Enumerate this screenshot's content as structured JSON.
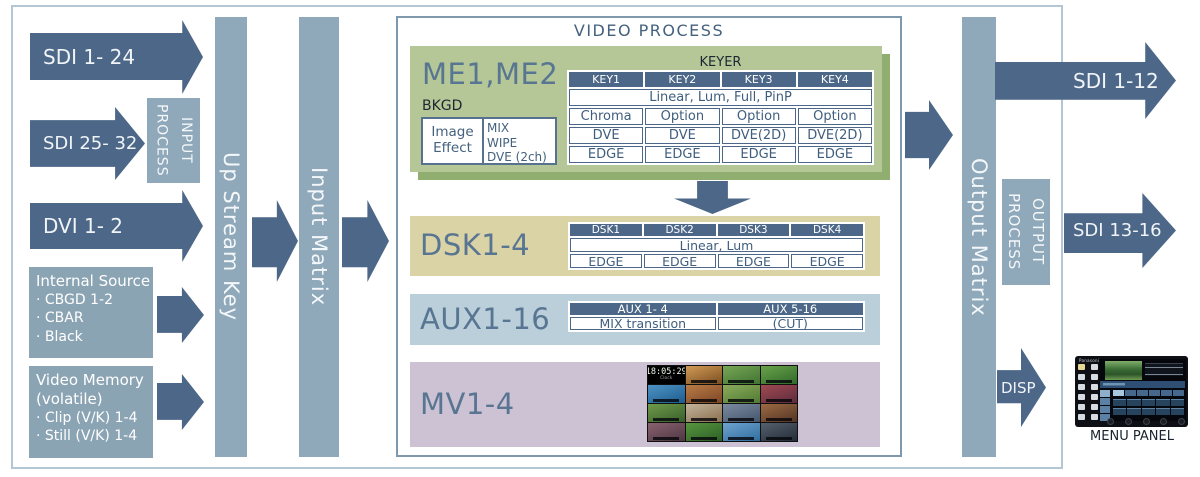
{
  "title": "VIDEO PROCESS",
  "inputs": {
    "sdi_1_24": "SDI 1- 24",
    "sdi_25_32": "SDI 25- 32",
    "dvi_1_2": "DVI 1- 2",
    "input_process": "INPUT\nPROCESS",
    "internal_source": {
      "title": "Internal Source",
      "items": [
        "· CBGD 1-2",
        "· CBAR",
        "· Black"
      ]
    },
    "video_memory": {
      "title": "Video Memory",
      "subtitle": "(volatile)",
      "items": [
        "· Clip (V/K) 1-4",
        "· Still (V/K) 1-4"
      ]
    }
  },
  "bars": {
    "up_stream_key": "Up Stream Key",
    "input_matrix": "Input Matrix",
    "output_matrix": "Output Matrix"
  },
  "me": {
    "label": "ME1,ME2",
    "bkgd": "BKGD",
    "image_effect": {
      "left": "Image\nEffect",
      "right": "MIX\nWIPE\nDVE (2ch)"
    },
    "keyer": {
      "title": "KEYER",
      "headers": [
        "KEY1",
        "KEY2",
        "KEY3",
        "KEY4"
      ],
      "span_row": "Linear, Lum, Full, PinP",
      "row_chroma": [
        "Chroma",
        "Option",
        "Option",
        "Option"
      ],
      "row_dve": [
        "DVE",
        "DVE",
        "DVE(2D)",
        "DVE(2D)"
      ],
      "row_edge": [
        "EDGE",
        "EDGE",
        "EDGE",
        "EDGE"
      ]
    }
  },
  "dsk": {
    "label": "DSK1-4",
    "headers": [
      "DSK1",
      "DSK2",
      "DSK3",
      "DSK4"
    ],
    "span_row": "Linear, Lum",
    "row_edge": [
      "EDGE",
      "EDGE",
      "EDGE",
      "EDGE"
    ]
  },
  "aux": {
    "label": "AUX1-16",
    "headers": [
      "AUX 1- 4",
      "AUX 5-16"
    ],
    "row": [
      "MIX transition",
      "(CUT)"
    ]
  },
  "mv": {
    "label": "MV1-4",
    "clock_time": "18:05:29",
    "clock_label": "Clock",
    "cells": [
      {
        "g": [
          "#1a1a1a",
          "#000000"
        ]
      },
      {
        "g": [
          "#d29a55",
          "#7a4e22"
        ]
      },
      {
        "g": [
          "#79a657",
          "#3f7431"
        ]
      },
      {
        "g": [
          "#6aa24a",
          "#2f6a2a"
        ]
      },
      {
        "g": [
          "#4e93c4",
          "#1d5c8f"
        ]
      },
      {
        "g": [
          "#b97c47",
          "#7d4526"
        ]
      },
      {
        "g": [
          "#8cab5b",
          "#4f7a33"
        ]
      },
      {
        "g": [
          "#a04a52",
          "#5d2b3c"
        ]
      },
      {
        "g": [
          "#6f9a4a",
          "#375f2b"
        ]
      },
      {
        "g": [
          "#c3b49c",
          "#8a6f4e"
        ]
      },
      {
        "g": [
          "#7b8aa0",
          "#44556b"
        ]
      },
      {
        "g": [
          "#9c6a43",
          "#533424"
        ]
      },
      {
        "g": [
          "#8a6270",
          "#4e3642"
        ]
      },
      {
        "g": [
          "#57963e",
          "#2c5e26"
        ]
      },
      {
        "g": [
          "#6fa3cf",
          "#2f6d9e"
        ]
      },
      {
        "g": [
          "#55606e",
          "#232c38"
        ]
      }
    ]
  },
  "outputs": {
    "sdi_1_12": "SDI 1-12",
    "sdi_13_16": "SDI 13-16",
    "output_process": "OUTPUT\nPROCESS",
    "disp": "DISP",
    "menu_panel_brand": "Panasonic",
    "menu_panel_label": "MENU PANEL"
  },
  "colors": {
    "arrow_blue": "#4c6787",
    "slate_bar": "#8fa9ba",
    "source_box": "#8ba4b4",
    "me_green_front": "#b5c797",
    "me_green_back": "#8fae6f",
    "dsk_tan": "#dad3a6",
    "aux_blue": "#bacfda",
    "mv_lavender": "#cdc2d3",
    "table_text": "#3f5e7e",
    "outer_border": "#b2c6d4",
    "vp_border": "#7e99ad"
  }
}
